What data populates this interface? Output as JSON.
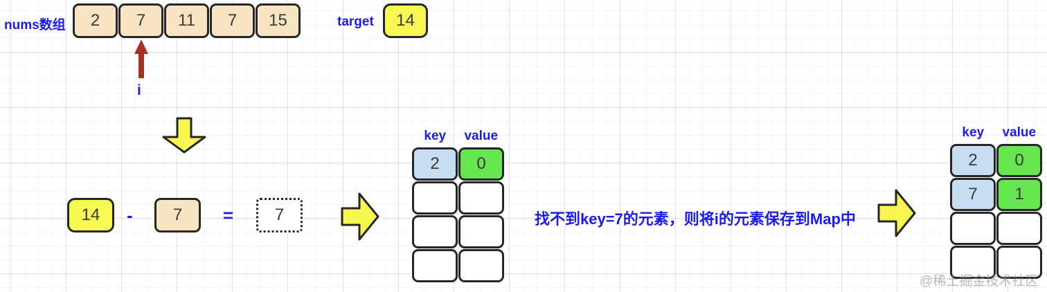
{
  "labels": {
    "nums_array_label": "nums数组",
    "target_label": "target",
    "pointer_label": "i"
  },
  "nums_array": {
    "values": [
      "2",
      "7",
      "11",
      "7",
      "15"
    ]
  },
  "target": {
    "value": "14"
  },
  "equation": {
    "minuend": "14",
    "operator": "-",
    "subtrahend": "7",
    "equals_sign": "=",
    "result": "7"
  },
  "annotation": {
    "text": "找不到key=7的元素，则将i的元素保存到Map中"
  },
  "tables": [
    {
      "headers": [
        "key",
        "value"
      ],
      "rows": [
        [
          "2",
          "0"
        ],
        [
          "",
          ""
        ],
        [
          "",
          ""
        ],
        [
          "",
          ""
        ]
      ]
    },
    {
      "headers": [
        "key",
        "value"
      ],
      "rows": [
        [
          "2",
          "0"
        ],
        [
          "7",
          "1"
        ],
        [
          "",
          ""
        ],
        [
          "",
          ""
        ]
      ]
    }
  ],
  "watermark": {
    "text": "@稀土掘金技术社区"
  },
  "colors": {
    "label_blue": "#1b1bf0",
    "box_tan": "#f8e4c2",
    "box_yellow": "#f8f852",
    "cell_light_blue": "#c7def2",
    "cell_green": "#67e551",
    "arrow_red": "#a93226",
    "arrow_yellow": "#f7f74f",
    "outline_dark": "#262626"
  }
}
